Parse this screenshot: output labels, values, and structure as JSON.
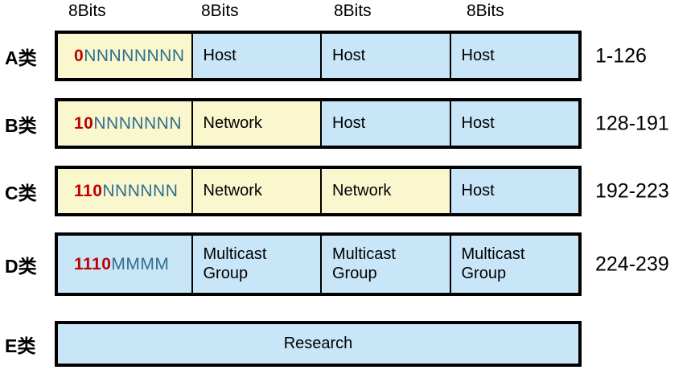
{
  "header": {
    "bit_labels": [
      "8Bits",
      "8Bits",
      "8Bits",
      "8Bits"
    ]
  },
  "colors": {
    "network_bg": "#FAF7CE",
    "host_bg": "#C8E6F8",
    "prefix_red": "#C00000",
    "bits_teal": "#2E6E8C",
    "border": "#000000"
  },
  "rows": [
    {
      "class_label": "A类",
      "range": "1-126",
      "cells": [
        {
          "type": "bits",
          "prefix": "0",
          "rest": "NNNNNNNN",
          "bg": "network"
        },
        {
          "type": "text",
          "label": "Host",
          "bg": "host"
        },
        {
          "type": "text",
          "label": "Host",
          "bg": "host"
        },
        {
          "type": "text",
          "label": "Host",
          "bg": "host"
        }
      ]
    },
    {
      "class_label": "B类",
      "range": "128-191",
      "cells": [
        {
          "type": "bits",
          "prefix": "10",
          "rest": "NNNNNNN",
          "bg": "network"
        },
        {
          "type": "text",
          "label": "Network",
          "bg": "network"
        },
        {
          "type": "text",
          "label": "Host",
          "bg": "host"
        },
        {
          "type": "text",
          "label": "Host",
          "bg": "host"
        }
      ]
    },
    {
      "class_label": "C类",
      "range": "192-223",
      "cells": [
        {
          "type": "bits",
          "prefix": "110",
          "rest": "NNNNNN",
          "bg": "network"
        },
        {
          "type": "text",
          "label": "Network",
          "bg": "network"
        },
        {
          "type": "text",
          "label": "Network",
          "bg": "network"
        },
        {
          "type": "text",
          "label": "Host",
          "bg": "host"
        }
      ]
    },
    {
      "class_label": "D类",
      "range": "224-239",
      "cells": [
        {
          "type": "bits",
          "prefix": "1110",
          "rest": "MMMM",
          "bg": "host"
        },
        {
          "type": "text",
          "label": "Multicast Group",
          "bg": "host",
          "wrap": true
        },
        {
          "type": "text",
          "label": "Multicast Group",
          "bg": "host",
          "wrap": true
        },
        {
          "type": "text",
          "label": "Multicast Group",
          "bg": "host",
          "wrap": true
        }
      ]
    },
    {
      "class_label": "E类",
      "range": "",
      "cells": [
        {
          "type": "text",
          "label": "Research",
          "bg": "host",
          "span": 4,
          "align": "center"
        }
      ]
    }
  ]
}
